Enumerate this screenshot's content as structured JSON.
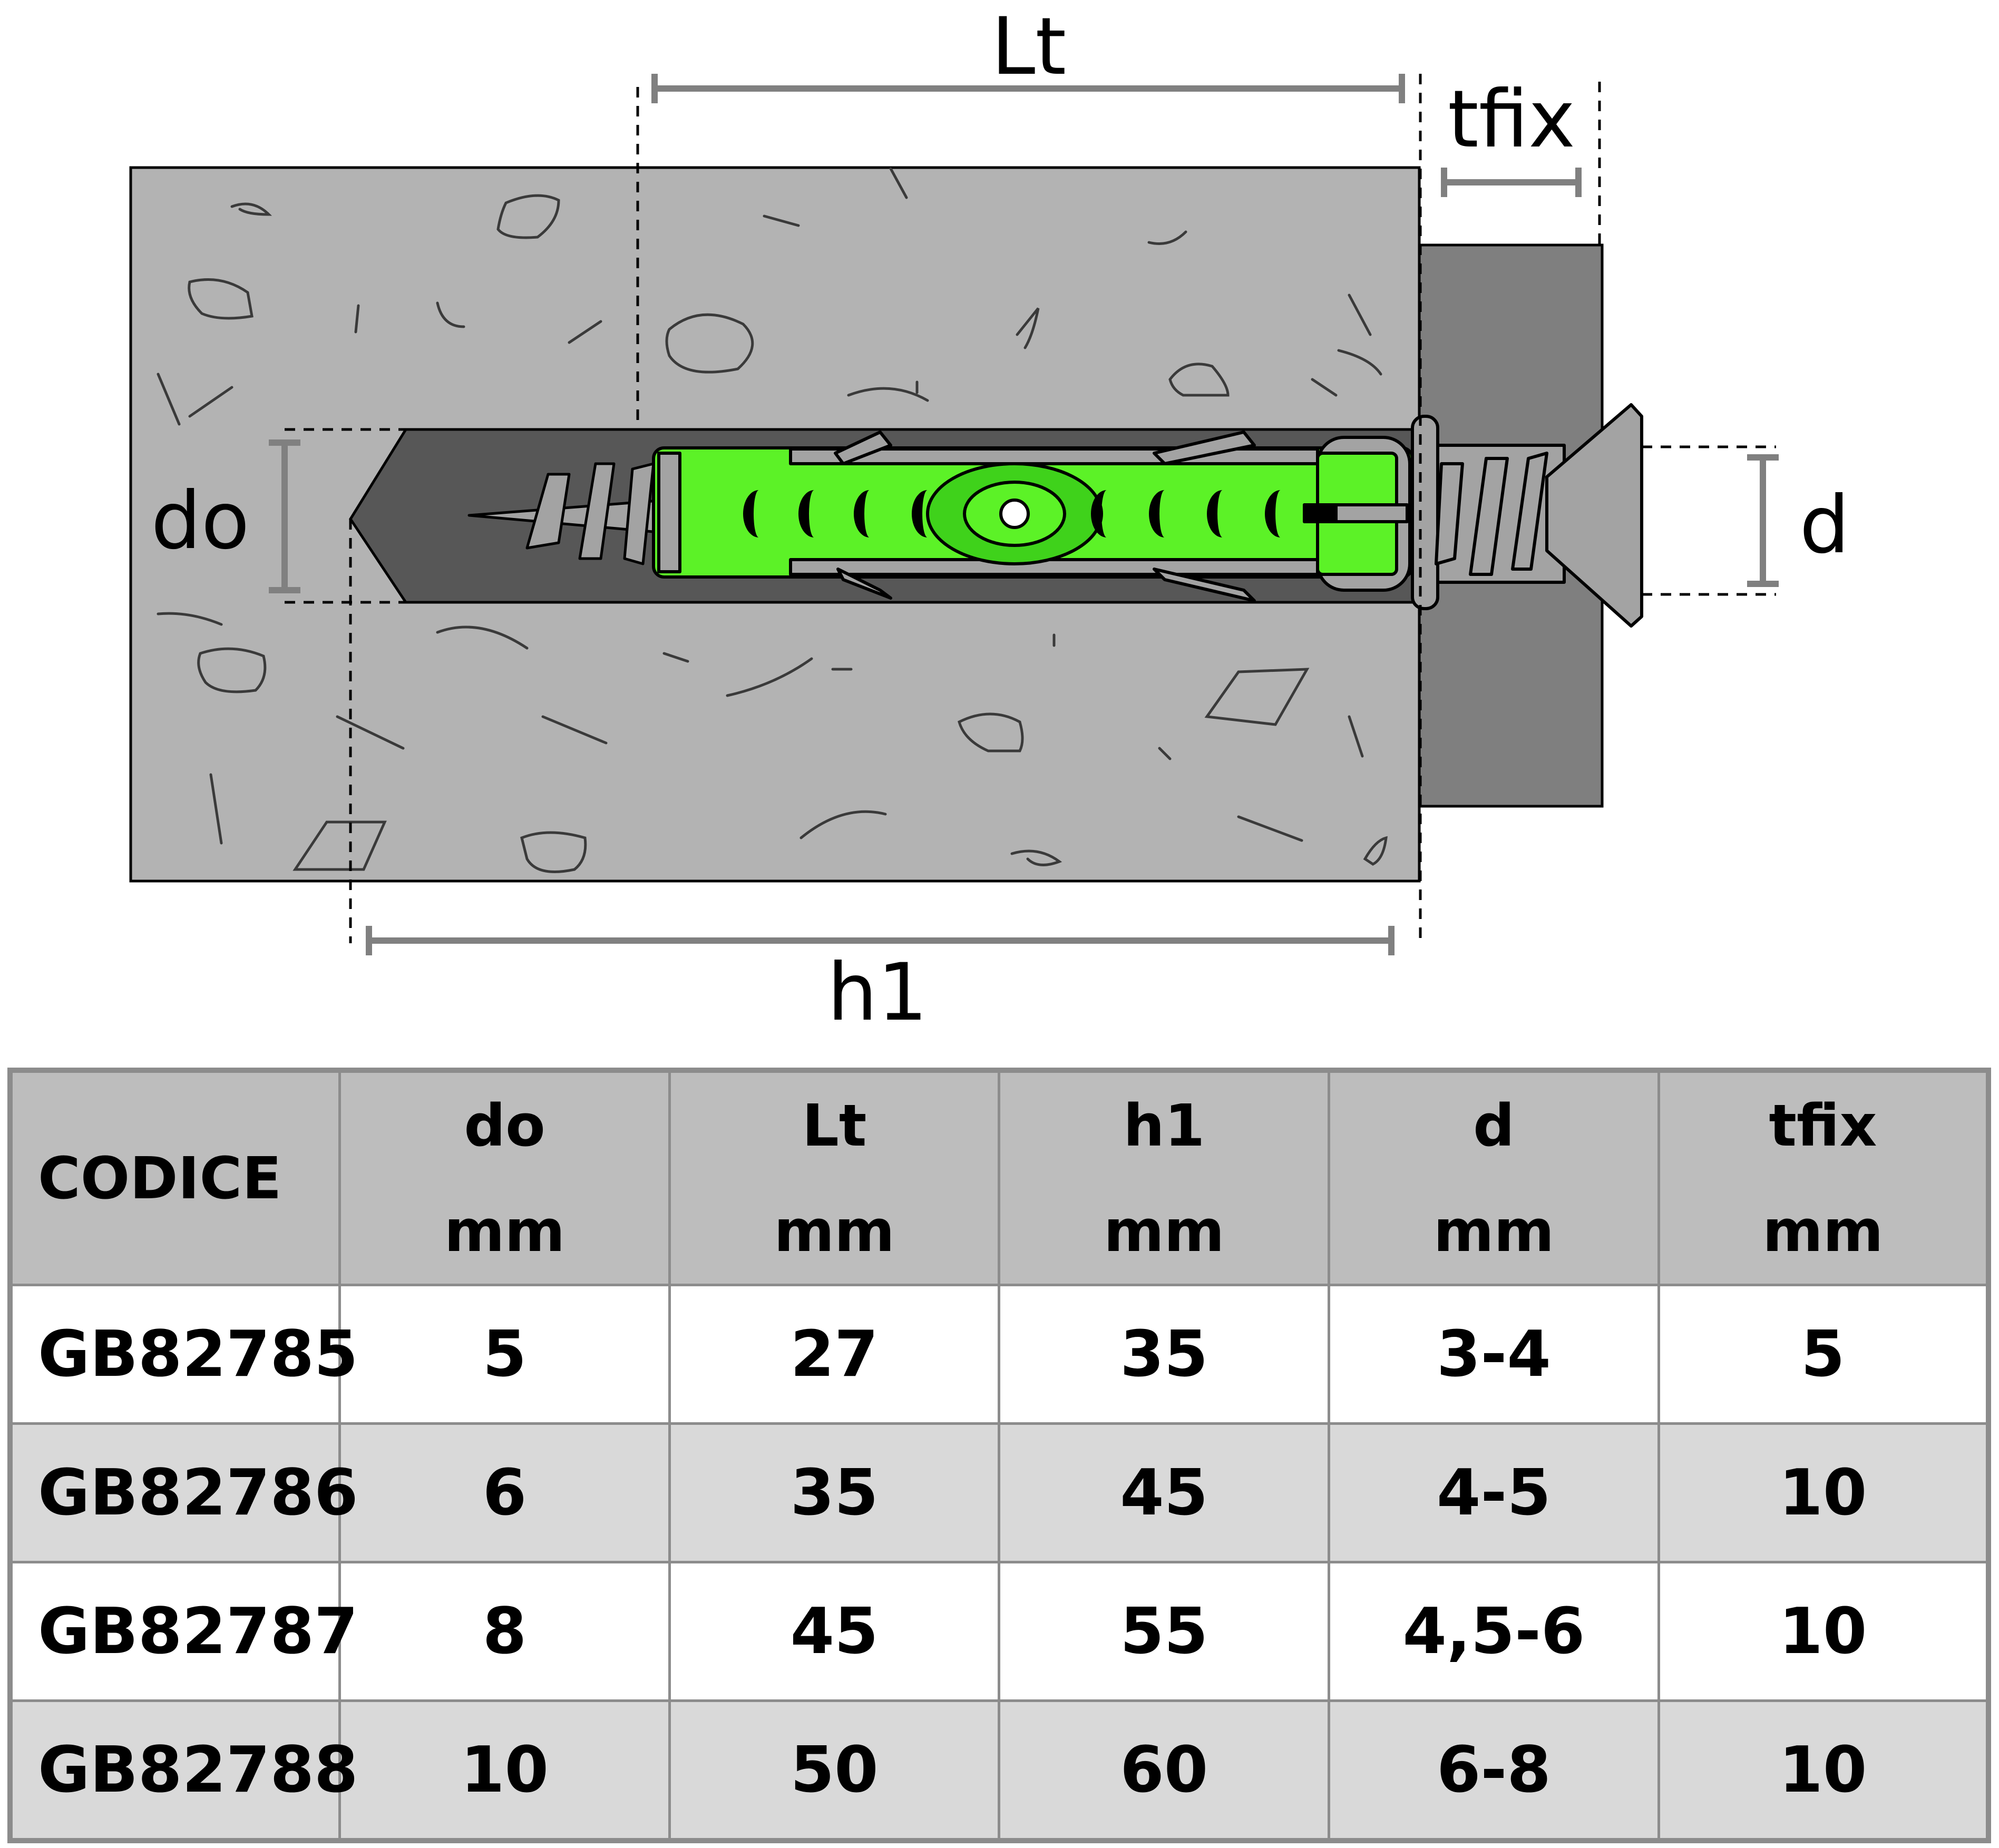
{
  "diagram": {
    "labels": {
      "lt": "Lt",
      "tfix": "tfix",
      "do": "do",
      "d": "d",
      "h1": "h1"
    },
    "colors": {
      "substrate": "#b3b3b3",
      "fixture": "#7f7f7f",
      "hole": "#575757",
      "plug": "#5cf227",
      "screw": "#a3a3a3",
      "dimension": "#808080"
    }
  },
  "table": {
    "headers": [
      {
        "name": "CODICE",
        "unit": ""
      },
      {
        "name": "do",
        "unit": "mm"
      },
      {
        "name": "Lt",
        "unit": "mm"
      },
      {
        "name": "h1",
        "unit": "mm"
      },
      {
        "name": "d",
        "unit": "mm"
      },
      {
        "name": "tfix",
        "unit": "mm"
      }
    ],
    "rows": [
      [
        "GB82785",
        "5",
        "27",
        "35",
        "3-4",
        "5"
      ],
      [
        "GB82786",
        "6",
        "35",
        "45",
        "4-5",
        "10"
      ],
      [
        "GB82787",
        "8",
        "45",
        "55",
        "4,5-6",
        "10"
      ],
      [
        "GB82788",
        "10",
        "50",
        "60",
        "6-8",
        "10"
      ]
    ]
  }
}
